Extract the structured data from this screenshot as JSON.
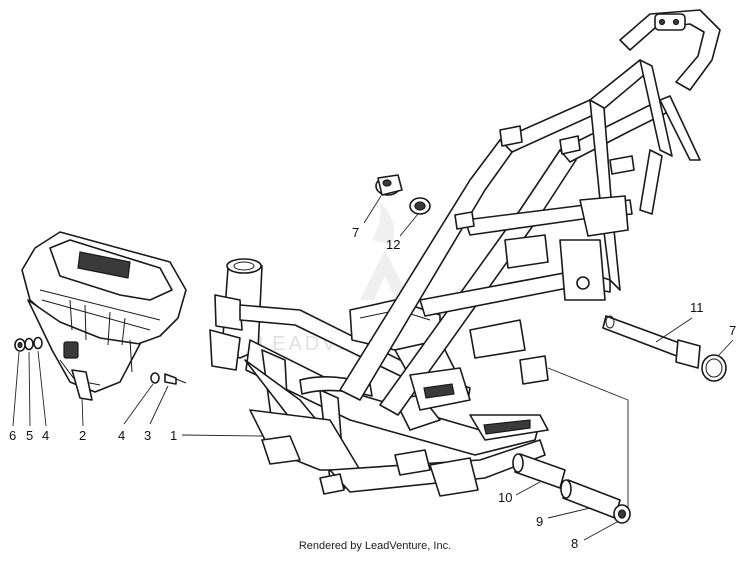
{
  "callouts": [
    {
      "key": "c6",
      "text": "6"
    },
    {
      "key": "c5",
      "text": "5"
    },
    {
      "key": "c4a",
      "text": "4"
    },
    {
      "key": "c2",
      "text": "2"
    },
    {
      "key": "c4b",
      "text": "4"
    },
    {
      "key": "c3",
      "text": "3"
    },
    {
      "key": "c1",
      "text": "1"
    },
    {
      "key": "c7a",
      "text": "7"
    },
    {
      "key": "c12",
      "text": "12"
    },
    {
      "key": "c11",
      "text": "11"
    },
    {
      "key": "c7b",
      "text": "7"
    },
    {
      "key": "c10",
      "text": "10"
    },
    {
      "key": "c9",
      "text": "9"
    },
    {
      "key": "c8",
      "text": "8"
    }
  ],
  "watermark": {
    "text": "LEADVENTURE"
  },
  "credit": "Rendered by LeadVenture, Inc."
}
